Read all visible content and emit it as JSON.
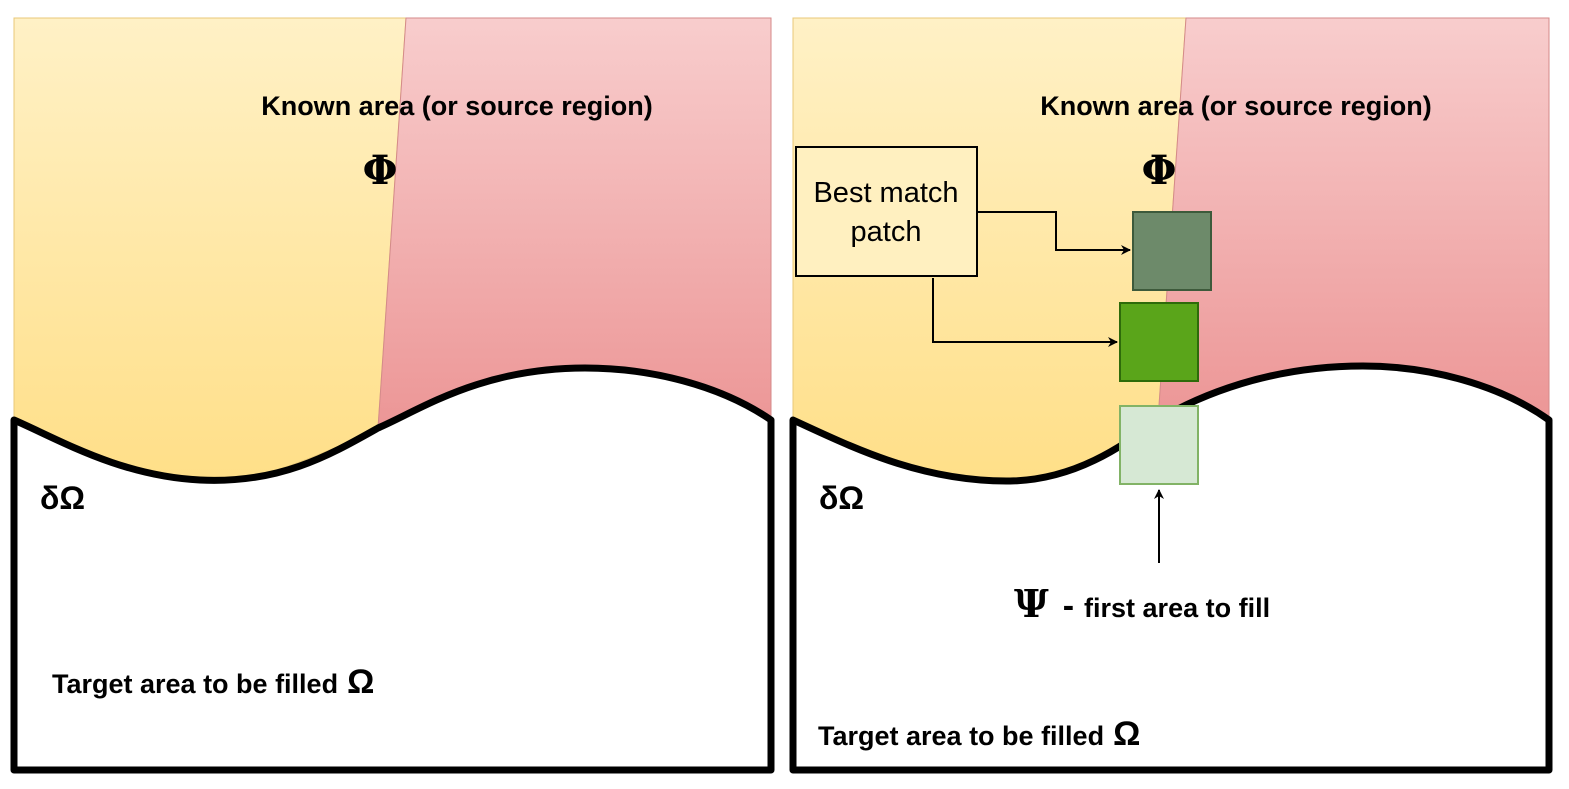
{
  "panels": {
    "left": {
      "known_area_label": "Known area (or source region)",
      "phi_symbol": "Φ",
      "boundary_label": "δΩ",
      "target_label": "Target area to be filled",
      "omega_symbol": "Ω"
    },
    "right": {
      "known_area_label": "Known area (or source region)",
      "phi_symbol": "Φ",
      "boundary_label": "δΩ",
      "target_label": "Target area to be filled",
      "omega_symbol": "Ω",
      "best_match_line1": "Best match",
      "best_match_line2": "patch",
      "psi_symbol": "Ψ",
      "psi_dash": "-",
      "psi_caption": "first area to fill"
    }
  },
  "colors": {
    "known_yellow_top": "#fff1c6",
    "known_yellow_bottom": "#ffe290",
    "known_red_top": "#f8cccc",
    "known_red_bottom": "#ed9a9a",
    "best_patch_dark": "#6d8a6a",
    "best_patch_green": "#5aa51a",
    "first_patch_light": "#d6e8d4",
    "outline": "#000000",
    "background": "#ffffff"
  }
}
